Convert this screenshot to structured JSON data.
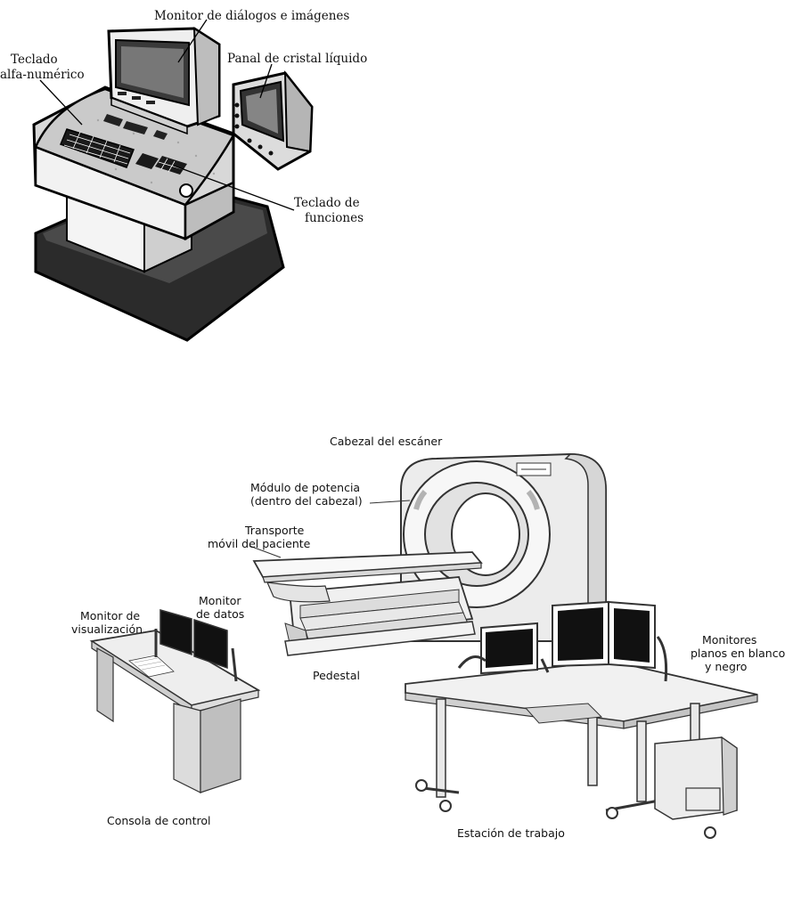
{
  "figure1": {
    "labels": {
      "monitor": "Monitor de diálogos e imágenes",
      "teclado_line1": "Teclado",
      "teclado_line2": "alfa-numérico",
      "panal": "Panal de cristal líquido",
      "funciones_line1": "Teclado de",
      "funciones_line2": "funciones"
    }
  },
  "figure2": {
    "labels": {
      "cabezal": "Cabezal del escáner",
      "modulo_line1": "Módulo de potencia",
      "modulo_line2": "(dentro del cabezal)",
      "transporte_line1": "Transporte",
      "transporte_line2": "móvil del paciente",
      "monitor_vis_line1": "Monitor de",
      "monitor_vis_line2": "visualización",
      "monitor_datos_line1": "Monitor",
      "monitor_datos_line2": "de datos",
      "pedestal": "Pedestal",
      "monitores_line1": "Monitores",
      "monitores_line2": "planos en blanco",
      "monitores_line3": "y negro",
      "consola": "Consola de control",
      "estacion": "Estación de trabajo"
    }
  }
}
